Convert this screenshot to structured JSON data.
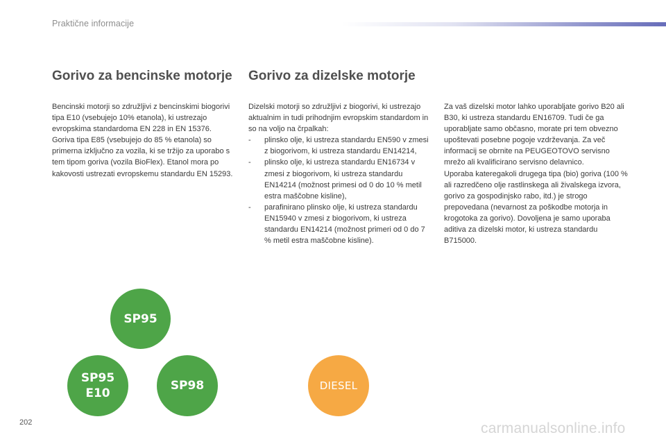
{
  "header": {
    "section": "Praktične informacije"
  },
  "petrol": {
    "title": "Gorivo za bencinske motorje",
    "paragraphs": [
      "Bencinski motorji so združljivi z bencinskimi biogorivi tipa E10 (vsebujejo 10% etanola), ki ustrezajo evropskima standardoma EN 228 in EN 15376.",
      "Goriva tipa E85 (vsebujejo do 85 % etanola) so primerna izključno za vozila, ki se tržijo za uporabo s tem tipom goriva (vozila BioFlex). Etanol mora po kakovosti ustrezati evropskemu standardu EN 15293."
    ]
  },
  "diesel": {
    "title": "Gorivo za dizelske motorje",
    "intro": "Dizelski motorji so združljivi z biogorivi, ki ustrezajo aktualnim in tudi prihodnjim evropskim standardom in so na voljo na črpalkah:",
    "list": [
      "plinsko olje, ki ustreza standardu EN590 v zmesi z biogorivom, ki ustreza standardu EN14214,",
      "plinsko olje, ki ustreza standardu EN16734 v zmesi z biogorivom, ki ustreza standardu EN14214 (možnost primesi od 0 do 10 % metil estra maščobne kisline),",
      "parafinirano plinsko olje, ki ustreza standardu EN15940 v zmesi z biogorivom, ki ustreza standardu EN14214 (možnost primeri od 0 do 7 % metil estra maščobne kisline)."
    ],
    "list_marker": "-",
    "right_paragraphs": [
      "Za vaš dizelski motor lahko uporabljate gorivo B20 ali B30, ki ustreza standardu EN16709. Tudi če ga uporabljate samo občasno, morate pri tem obvezno upoštevati posebne pogoje vzdrževanja. Za več informacij se obrnite na PEUGEOTOVO servisno mrežo ali kvalificirano servisno delavnico.",
      "Uporaba kateregakoli drugega tipa (bio) goriva (100 % ali razredčeno olje rastlinskega ali živalskega izvora, gorivo za gospodinjsko rabo, itd.) je strogo prepovedana (nevarnost za poškodbe motorja in krogotoka za gorivo). Dovoljena je samo uporaba aditiva za dizelski motor, ki ustreza standardu B715000."
    ]
  },
  "badges": {
    "sp95": "SP95",
    "sp95e10_line1": "SP95",
    "sp95e10_line2": "E10",
    "sp98": "SP98",
    "diesel": "DIESEL"
  },
  "colors": {
    "green_badge": "#4ea548",
    "orange_badge": "#f6a944",
    "header_bar": "#565db2"
  },
  "footer": {
    "page_number": "202",
    "watermark": "carmanualsonline.info"
  }
}
